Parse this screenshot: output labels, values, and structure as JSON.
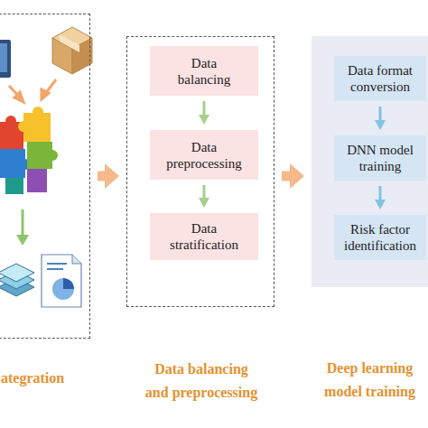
{
  "diagram": {
    "nodes": [
      {
        "text": [
          "ategration"
        ]
      },
      {
        "text": [
          "Data balancing and preprocessing"
        ]
      },
      {
        "text": [
          "Data balancing"
        ],
        "in": 1
      },
      {
        "text": [
          "Data preprocessing"
        ],
        "in": 1
      },
      {
        "text": [
          "Data stratification"
        ],
        "in": 1
      },
      {
        "text": [
          "Deep learning model training"
        ]
      },
      {
        "text": [
          "Data format conversion"
        ],
        "in": 5
      },
      {
        "text": [
          "DNN model training"
        ],
        "in": 5
      },
      {
        "text": [
          "Risk factor identification"
        ],
        "in": 5
      }
    ],
    "edges": [
      {
        "from": 0,
        "to": 1,
        "arrow": "to"
      },
      {
        "from": 1,
        "to": 5,
        "arrow": "to"
      },
      {
        "from": 2,
        "to": 3,
        "arrow": "to"
      },
      {
        "from": 3,
        "to": 4,
        "arrow": "to"
      },
      {
        "from": 6,
        "to": 7,
        "arrow": "to"
      },
      {
        "from": 7,
        "to": 8,
        "arrow": "to"
      }
    ]
  }
}
